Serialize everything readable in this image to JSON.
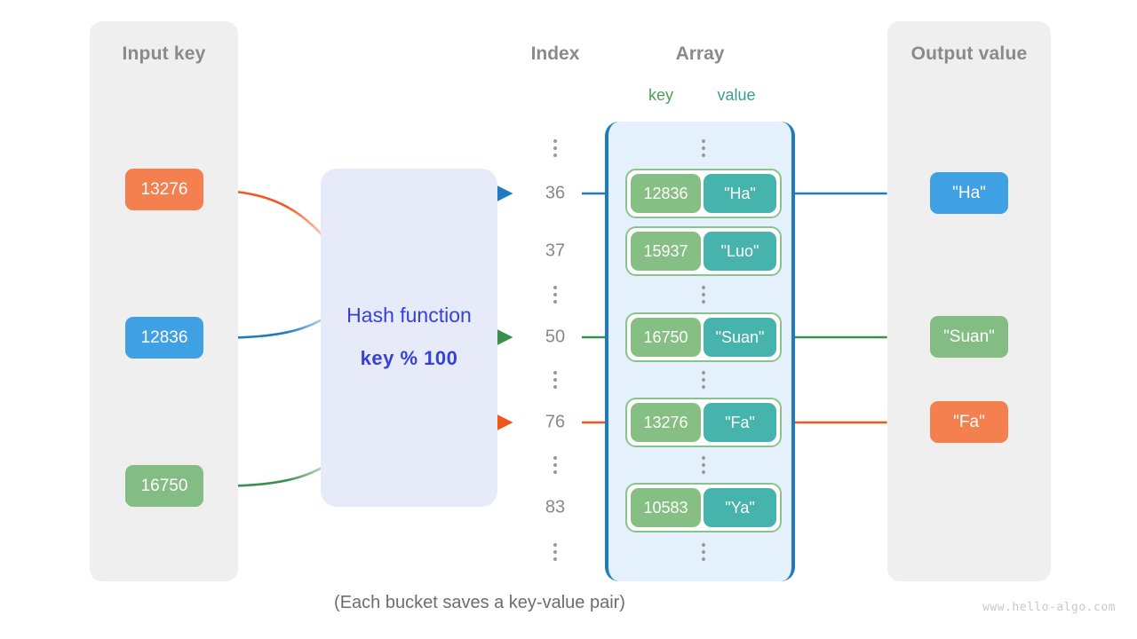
{
  "panels": {
    "input": {
      "title": "Input key"
    },
    "output": {
      "title": "Output value"
    }
  },
  "hash": {
    "name": "Hash function",
    "formula": "key % 100"
  },
  "headers": {
    "index": "Index",
    "array": "Array",
    "key": "key",
    "value": "value"
  },
  "input_keys": [
    {
      "label": "13276",
      "color": "#f47f4f"
    },
    {
      "label": "12836",
      "color": "#3fa0e3"
    },
    {
      "label": "16750",
      "color": "#83bd83"
    }
  ],
  "output_values": [
    {
      "label": "\"Ha\"",
      "color": "#3fa0e3"
    },
    {
      "label": "\"Suan\"",
      "color": "#83bd83"
    },
    {
      "label": "\"Fa\"",
      "color": "#f47f4f"
    }
  ],
  "index_column": [
    {
      "kind": "dots"
    },
    {
      "kind": "index",
      "label": "36"
    },
    {
      "kind": "index",
      "label": "37"
    },
    {
      "kind": "dots"
    },
    {
      "kind": "index",
      "label": "50"
    },
    {
      "kind": "dots"
    },
    {
      "kind": "index",
      "label": "76"
    },
    {
      "kind": "dots"
    },
    {
      "kind": "index",
      "label": "83"
    },
    {
      "kind": "dots"
    }
  ],
  "buckets": [
    {
      "key": "12836",
      "value": "\"Ha\""
    },
    {
      "key": "15937",
      "value": "\"Luo\""
    },
    {
      "key": "16750",
      "value": "\"Suan\""
    },
    {
      "key": "13276",
      "value": "\"Fa\""
    },
    {
      "key": "10583",
      "value": "\"Ya\""
    }
  ],
  "caption": "(Each bucket saves a key-value pair)",
  "watermark": "www.hello-algo.com",
  "colors": {
    "orange": "#f2561f",
    "blue": "#1f7ac0",
    "green": "#3a8f4e",
    "key_cell": "#85bf83",
    "value_cell": "#46b3ac",
    "array_fill": "#e4f0fb",
    "hash_fill": "#e6eaf9",
    "hash_text": "#3641d8",
    "panel_fill": "#efefef",
    "header_text": "#8a8a8a"
  }
}
